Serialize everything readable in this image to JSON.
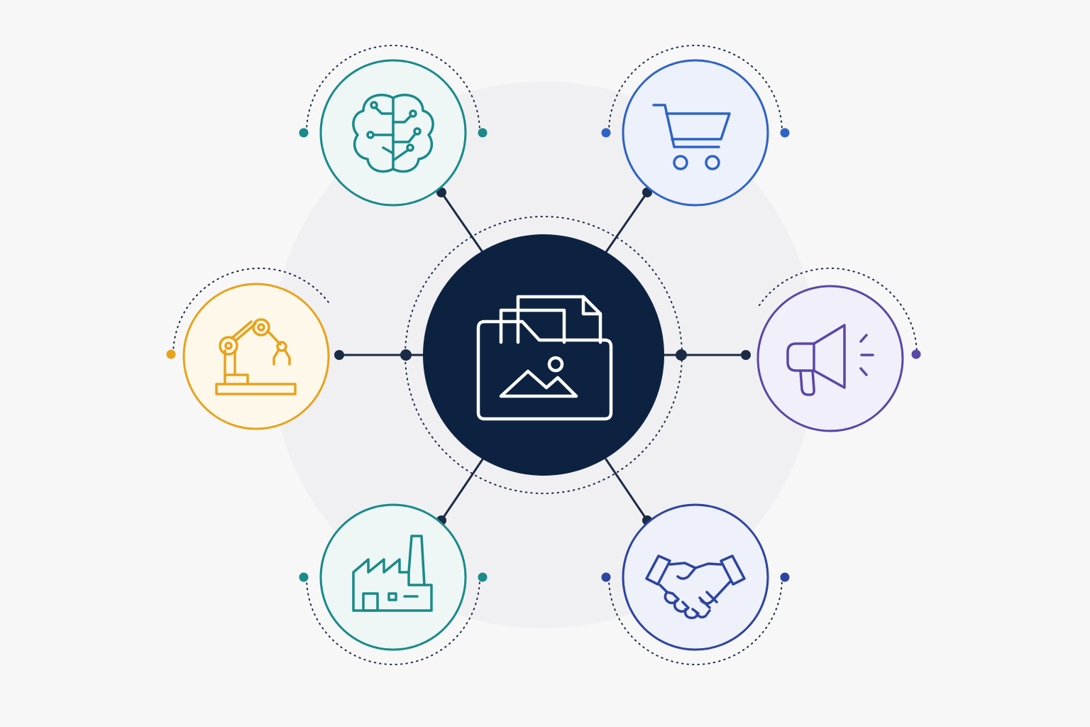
{
  "diagram": {
    "background_color": "#f7f7f8",
    "hub": {
      "icon": "image-folder-icon",
      "fill_color": "#0d2240",
      "icon_color": "#ffffff",
      "connector_color": "#1b2a45"
    },
    "nodes": [
      {
        "id": "ai",
        "icon": "brain-circuit-icon",
        "color": "#1a8a8a",
        "fill": "#eef7f6"
      },
      {
        "id": "ecommerce",
        "icon": "shopping-cart-icon",
        "color": "#2f63c4",
        "fill": "#ecf1fc"
      },
      {
        "id": "robotics",
        "icon": "robot-arm-icon",
        "color": "#e8a31c",
        "fill": "#fdf8ea"
      },
      {
        "id": "marketing",
        "icon": "megaphone-icon",
        "color": "#5a46a6",
        "fill": "#f1eff9"
      },
      {
        "id": "manufacturing",
        "icon": "factory-icon",
        "color": "#1a8a8a",
        "fill": "#eef7f6"
      },
      {
        "id": "partnerships",
        "icon": "handshake-icon",
        "color": "#2d44a0",
        "fill": "#eef0fa"
      }
    ]
  }
}
